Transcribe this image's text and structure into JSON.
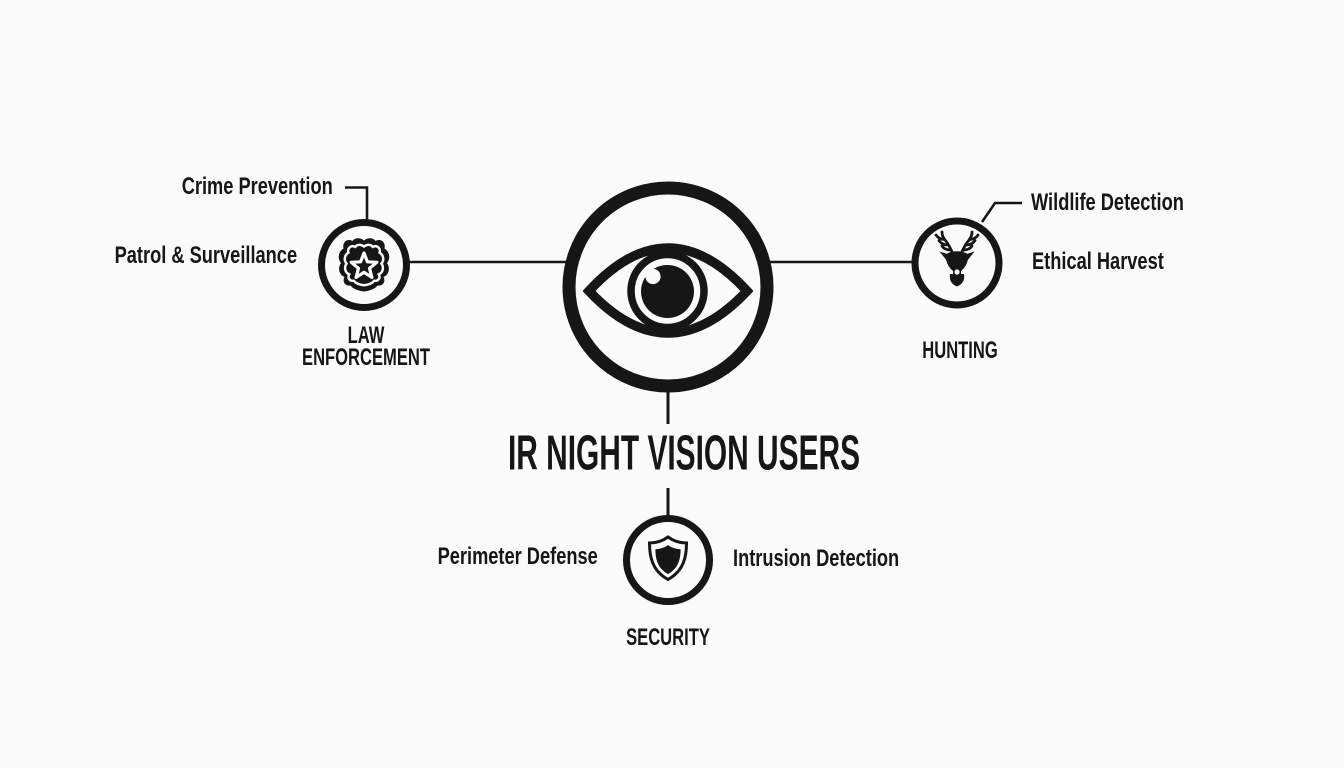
{
  "colors": {
    "ink": "#161616",
    "background": "#fafbfb"
  },
  "title": {
    "text": "IR NIGHT VISION USERS",
    "icon": "eye-icon"
  },
  "law_enforcement": {
    "icon": "police-badge-icon",
    "heading_line1": "LAW",
    "heading_line2": "ENFORCEMENT",
    "item_top": "Crime Prevention",
    "item_side": "Patrol & Surveillance"
  },
  "hunting": {
    "icon": "deer-icon",
    "heading": "HUNTING",
    "item_top": "Wildlife Detection",
    "item_side": "Ethical Harvest"
  },
  "security": {
    "icon": "shield-icon",
    "heading": "SECURITY",
    "item_left": "Perimeter Defense",
    "item_right": "Intrusion Detection"
  }
}
